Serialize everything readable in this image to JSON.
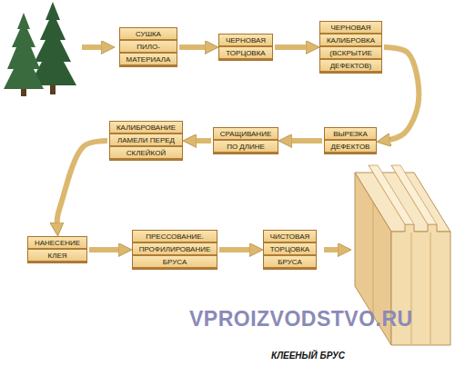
{
  "diagram": {
    "nodes": [
      {
        "text": [
          "СУШКА ПИЛО- МАТЕРИАЛА"
        ]
      },
      {
        "text": [
          "ЧЕРНОВАЯ ТОРЦОВКА"
        ]
      },
      {
        "text": [
          "ЧЕРНОВАЯ КАЛИБРОВКА (ВСКРЫТИЕ ДЕФЕКТОВ)"
        ]
      },
      {
        "text": [
          "ВЫРЕЗКА ДЕФЕКТОВ"
        ]
      },
      {
        "text": [
          "СРАЩИВАНИЕ ПО ДЛИНЕ"
        ]
      },
      {
        "text": [
          "КАЛИБРОВАНИЕ ЛАМЕЛИ ПЕРЕД СКЛЕЙКОЙ"
        ]
      },
      {
        "text": [
          "НАНЕСЕНИЕ КЛЕЯ"
        ]
      },
      {
        "text": [
          "ПРЕССОВАНИЕ. ПРОФИЛИРОВАНИЕ БРУСА"
        ]
      },
      {
        "text": [
          "ЧИСТОВАЯ ТОРЦОВКА БРУСА"
        ]
      }
    ],
    "edges": [
      {
        "from": 0,
        "to": 1,
        "arrow": "to"
      },
      {
        "from": 1,
        "to": 2,
        "arrow": "to"
      },
      {
        "from": 2,
        "to": 3,
        "arrow": "to"
      },
      {
        "from": 3,
        "to": 4,
        "arrow": "to"
      },
      {
        "from": 4,
        "to": 5,
        "arrow": "to"
      },
      {
        "from": 5,
        "to": 6,
        "arrow": "to"
      },
      {
        "from": 6,
        "to": 7,
        "arrow": "to"
      },
      {
        "from": 7,
        "to": 8,
        "arrow": "to"
      }
    ],
    "labels": [
      "VPROIZVODSTVO.RU",
      "КЛЕЕНЫЙ БРУС"
    ]
  }
}
